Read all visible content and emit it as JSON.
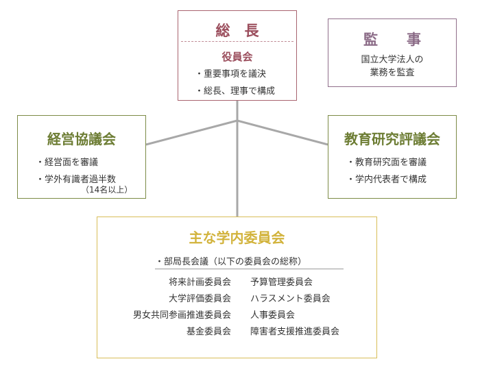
{
  "president": {
    "title": "総　長",
    "board_title": "役員会",
    "items": [
      "・重要事項を議決",
      "・総長、理事で構成"
    ]
  },
  "auditor": {
    "title": "監　　事",
    "lines": [
      "国立大学法人の",
      "業務を監査"
    ]
  },
  "management_council": {
    "title": "経営協議会",
    "items": [
      "・経営面を審議",
      "・学外有識者過半数"
    ],
    "note": "（14名以上）"
  },
  "education_council": {
    "title": "教育研究評議会",
    "items": [
      "・教育研究面を審議",
      "・学内代表者で構成"
    ]
  },
  "committees": {
    "title": "主な学内委員会",
    "lead": "・部局長会議（以下の委員会の総称）",
    "left": [
      "将来計画委員会",
      "大学評価委員会",
      "男女共同参画推進委員会",
      "基金委員会"
    ],
    "right": [
      "予算管理委員会",
      "ハラスメント委員会",
      "人事委員会",
      "障害者支援推進委員会"
    ]
  },
  "colors": {
    "president": "#9b4e5d",
    "auditor": "#8a6a86",
    "council": "#6d7d34",
    "committee": "#d2b33c",
    "connector": "#a8a8a8"
  }
}
